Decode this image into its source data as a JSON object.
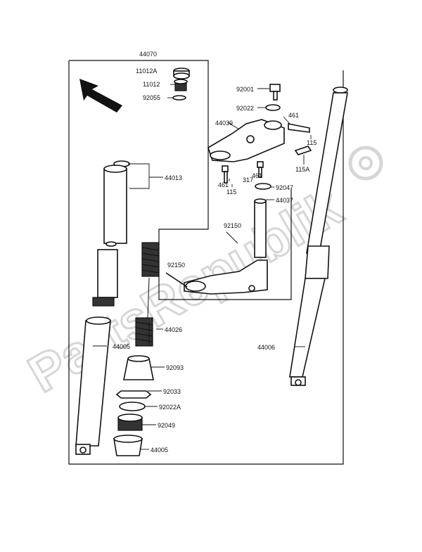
{
  "watermark": "PartsRepublik",
  "part_numbers": {
    "p44070": "44070",
    "p11012A": "11012A",
    "p11012": "11012",
    "p92055": "92055",
    "p44013": "44013",
    "p44026": "44026",
    "p44005_tube": "44005",
    "p92093": "92093",
    "p92033": "92033",
    "p92022A": "92022A",
    "p92049": "92049",
    "p44005_holder": "44005",
    "p92001": "92001",
    "p92022": "92022",
    "p461_top": "461",
    "p44039": "44039",
    "p115_right": "115",
    "p115A": "115A",
    "p461_left": "461",
    "p461_mid": "461",
    "p115_bottom": "115",
    "p317": "317",
    "p92047": "92047",
    "p44037": "44037",
    "p92150_top": "92150",
    "p92150_left": "92150",
    "p44006": "44006"
  }
}
